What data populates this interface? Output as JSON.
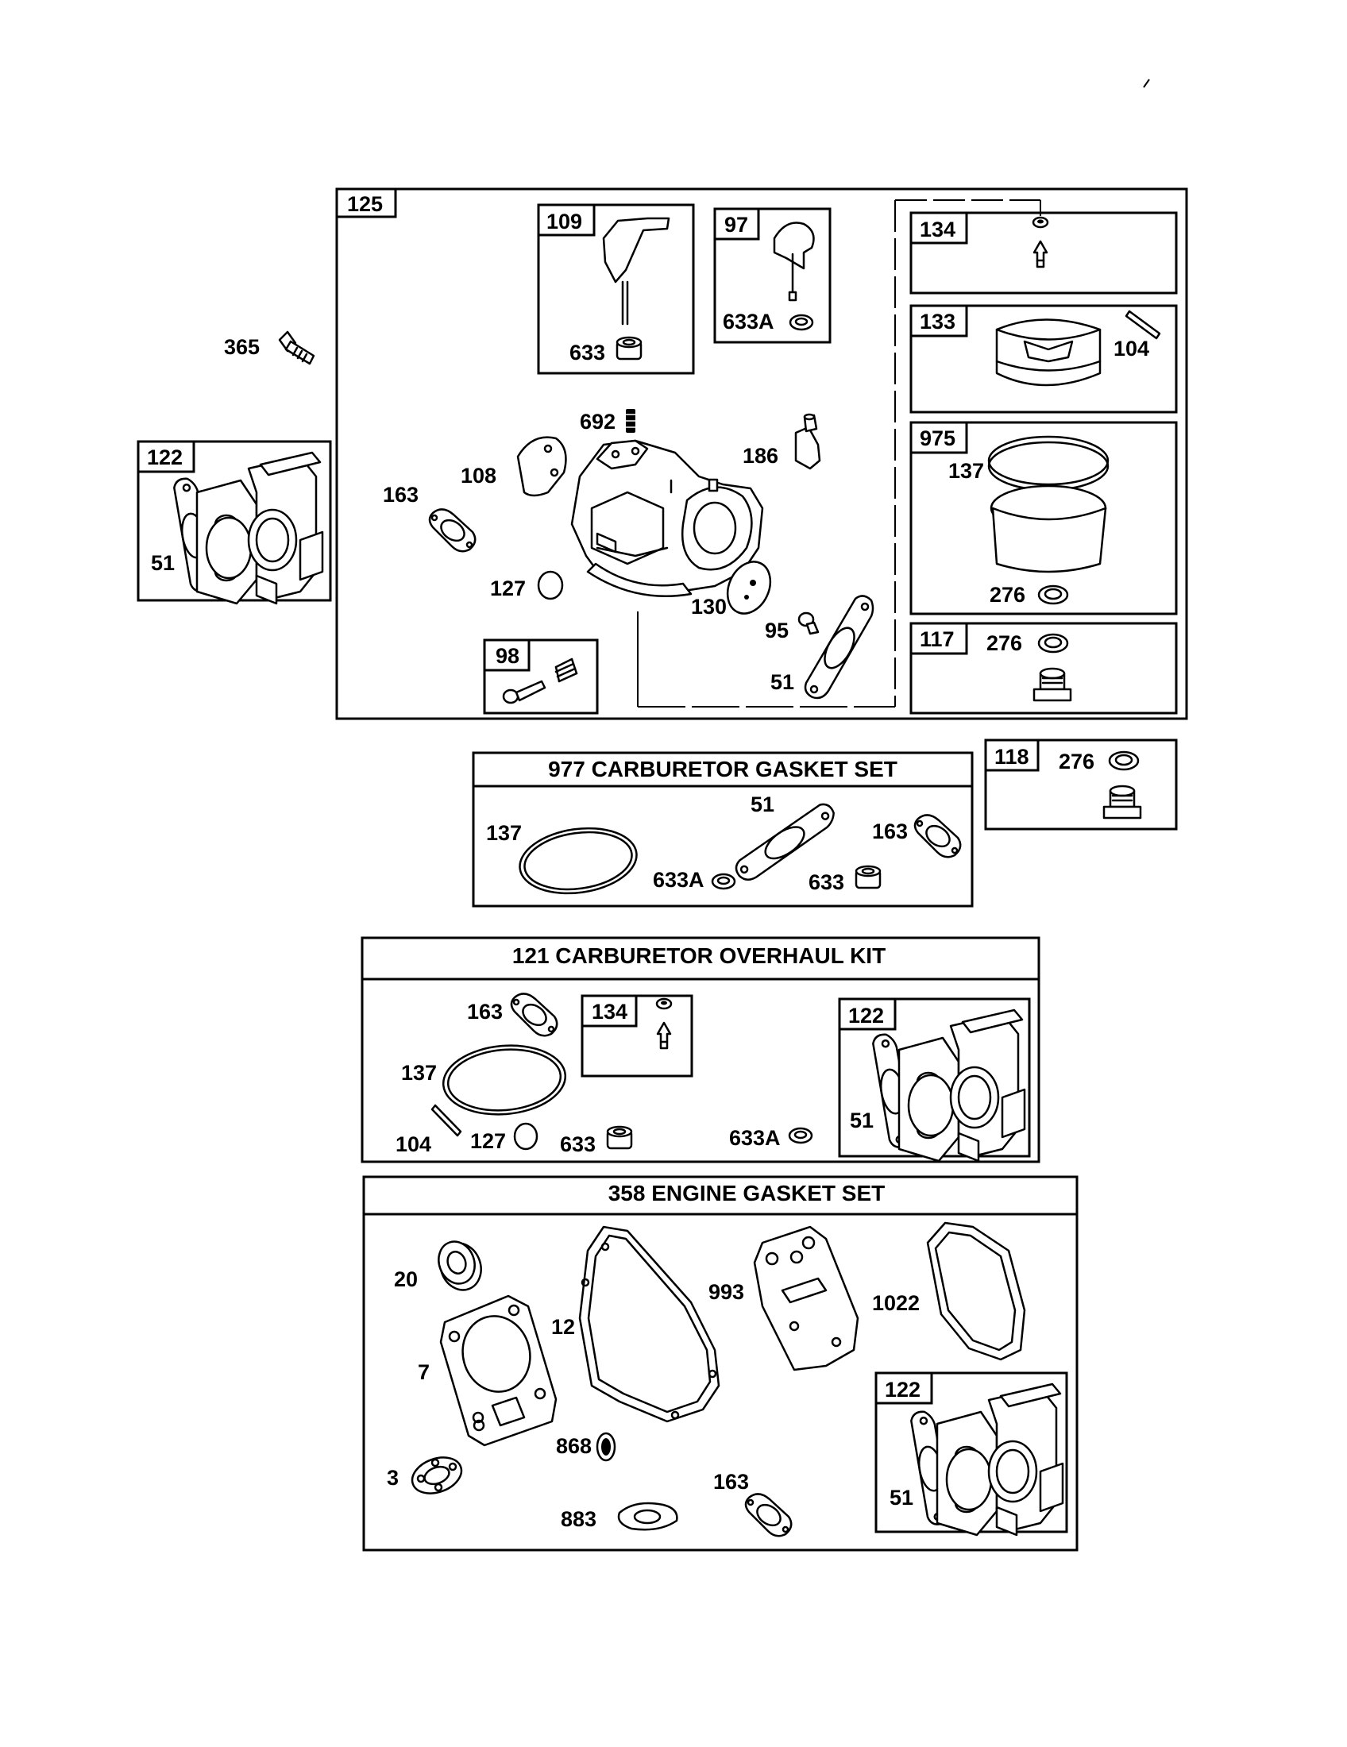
{
  "diagram": {
    "carb_assembly": {
      "box_label": "125",
      "inset_109": {
        "box_label": "109",
        "seal_label": "633"
      },
      "inset_97": {
        "box_label": "97",
        "seal_label": "633A"
      },
      "inset_134": {
        "box_label": "134"
      },
      "inset_133": {
        "box_label": "133",
        "pin_label": "104"
      },
      "inset_975": {
        "box_label": "975",
        "ring_label": "137",
        "washer_label": "276"
      },
      "inset_117": {
        "box_label": "117",
        "washer_label": "276"
      },
      "inset_98": {
        "box_label": "98"
      },
      "callouts": {
        "p692": "692",
        "p186": "186",
        "p108": "108",
        "p163": "163",
        "p127": "127",
        "p130": "130",
        "p95": "95",
        "p51": "51"
      }
    },
    "bolt_365": {
      "label": "365"
    },
    "adapter_122_left": {
      "box_label": "122",
      "gasket_label": "51"
    },
    "inset_118": {
      "box_label": "118",
      "washer_label": "276"
    },
    "gasket_set_977": {
      "title": "977 CARBURETOR  GASKET SET",
      "labels": {
        "ring": "137",
        "gasket": "51",
        "gasket_small": "163",
        "seal_a": "633A",
        "seal": "633"
      }
    },
    "overhaul_kit_121": {
      "title": "121 CARBURETOR OVERHAUL KIT",
      "labels": {
        "gasket_small": "163",
        "ring": "137",
        "pin": "104",
        "plug": "127",
        "seal": "633",
        "seal_a": "633A"
      },
      "inset_134": {
        "box_label": "134"
      },
      "inset_122": {
        "box_label": "122",
        "gasket_label": "51"
      }
    },
    "engine_gasket_set_358": {
      "title": "358 ENGINE GASKET SET",
      "labels": {
        "seal_20": "20",
        "gasket_12": "12",
        "gasket_993": "993",
        "gasket_1022": "1022",
        "head_gasket_7": "7",
        "seal_868": "868",
        "bearing_3": "3",
        "gasket_883": "883",
        "gasket_163": "163"
      },
      "inset_122": {
        "box_label": "122",
        "gasket_label": "51"
      }
    }
  }
}
